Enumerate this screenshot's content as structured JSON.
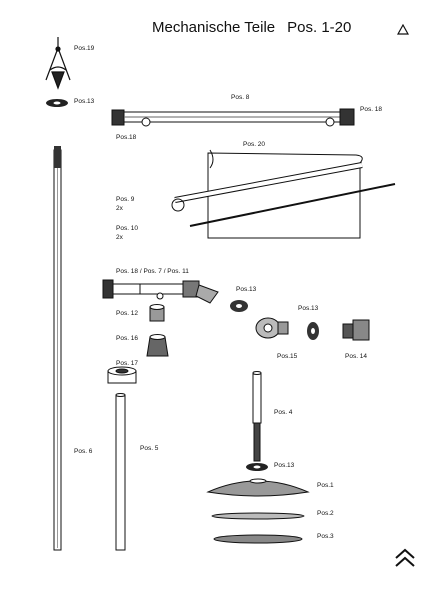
{
  "header": {
    "title": "Mechanische Teile",
    "range": "Pos. 1-20"
  },
  "labels": {
    "pos19": "Pos.19",
    "pos13_top": "Pos.13",
    "pos8": "Pos. 8",
    "pos18_right": "Pos. 18",
    "pos18_left": "Pos.18",
    "pos20": "Pos. 20",
    "pos9": "Pos. 9",
    "pos9_qty": "2x",
    "pos10": "Pos. 10",
    "pos10_qty": "2x",
    "pos18_7_11": "Pos. 18 / Pos. 7 / Pos. 11",
    "pos13_mid": "Pos.13",
    "pos13_right": "Pos.13",
    "pos12": "Pos. 12",
    "pos16": "Pos. 16",
    "pos15": "Pos.15",
    "pos14": "Pos. 14",
    "pos17": "Pos. 17",
    "pos4": "Pos. 4",
    "pos6": "Pos. 6",
    "pos5": "Pos. 5",
    "pos13_bottom": "Pos.13",
    "pos1": "Pos.1",
    "pos2": "Pos.2",
    "pos3": "Pos.3"
  },
  "icons": {
    "nav_top": "triangle-outline-icon",
    "nav_bottom": "double-chevron-up-icon"
  }
}
